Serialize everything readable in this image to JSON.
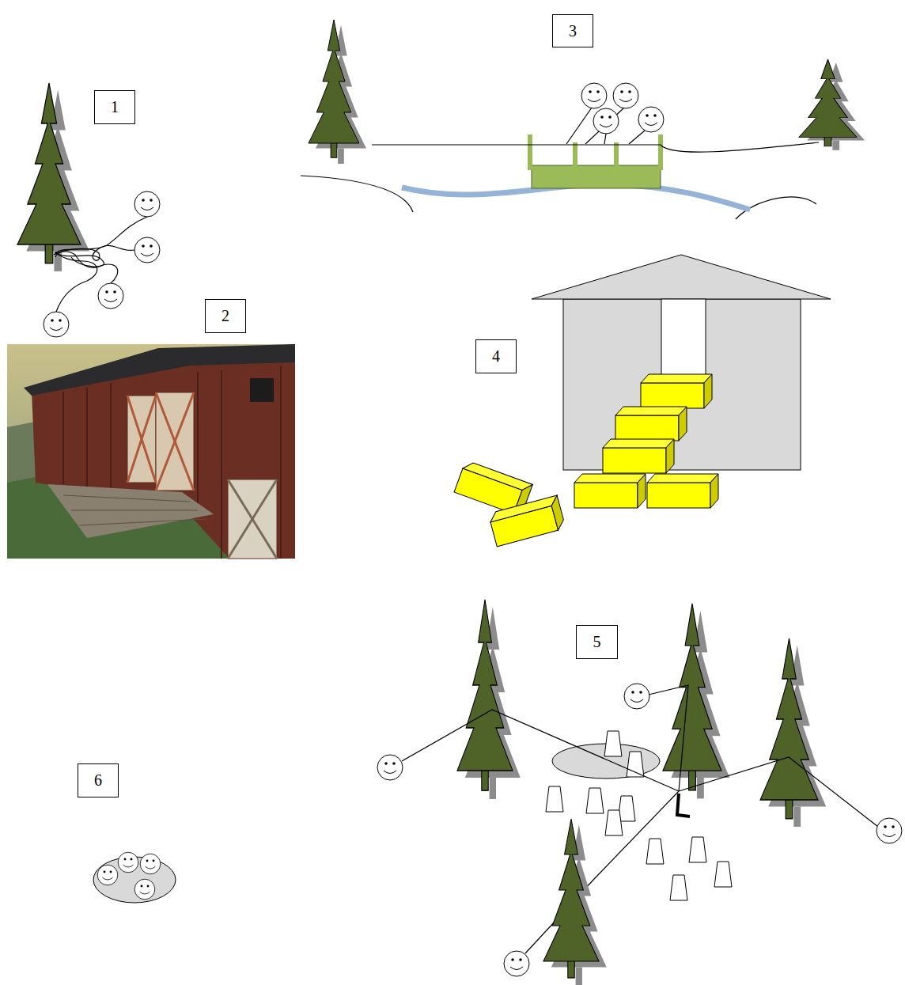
{
  "diagram": {
    "nodes": [
      {
        "text": [
          "3"
        ]
      },
      {
        "text": [
          "1"
        ]
      },
      {
        "text": [
          "2"
        ]
      },
      {
        "text": [
          "4"
        ]
      },
      {
        "text": [
          "5"
        ]
      },
      {
        "text": [
          "6"
        ]
      }
    ],
    "edges": []
  }
}
